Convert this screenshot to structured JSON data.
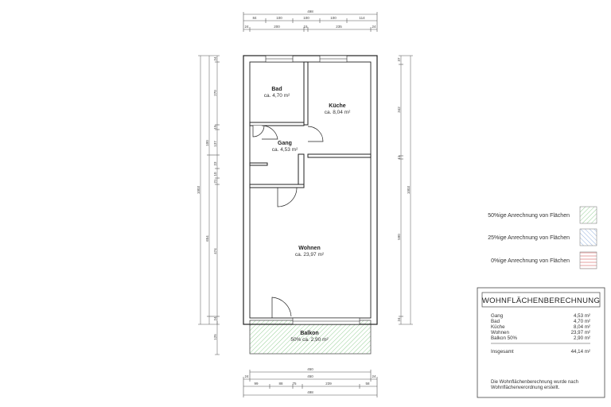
{
  "rooms": {
    "bad": {
      "name": "Bad",
      "area": "ca. 4,70 m²"
    },
    "kueche": {
      "name": "Küche",
      "area": "ca. 8,04 m²"
    },
    "gang": {
      "name": "Gang",
      "area": "ca. 4,53 m²"
    },
    "wohnen": {
      "name": "Wohnen",
      "area": "ca. 23,97 m²"
    },
    "balkon": {
      "name": "Balkon",
      "area": "50% ca. 2,90 m²"
    }
  },
  "dims": {
    "top_total": "498",
    "top_row1": [
      "84",
      "100",
      "100",
      "100",
      "114"
    ],
    "top_row2": [
      "24",
      "200",
      "15",
      "235",
      "24"
    ],
    "left_total": "1003",
    "left_outer": [
      "24",
      "270",
      "15",
      "137",
      "23",
      "10",
      "21",
      "474",
      "24"
    ],
    "left_inner": [
      "100",
      "654"
    ],
    "right_total": "1003",
    "right_chain": [
      "37",
      "342",
      "11",
      "590",
      "24"
    ],
    "bottom_row1": "450",
    "bottom_row2": [
      "24",
      "450",
      "24"
    ],
    "bottom_row3": [
      "99",
      "88",
      "75",
      "239",
      "58"
    ],
    "bottom_total": "498",
    "balkon_depth": "125"
  },
  "legend": [
    {
      "label": "50%ige Anrechnung von Flächen",
      "color": "#7cc47c"
    },
    {
      "label": "25%ige Anrechnung von Flächen",
      "color": "#7aa0d8"
    },
    {
      "label": "0%ige Anrechnung von Flächen",
      "color": "#e08a8a"
    }
  ],
  "panel": {
    "title": "WOHNFLÄCHENBERECHNUNG",
    "rows": [
      {
        "label": "Gang",
        "value": "4,53 m²"
      },
      {
        "label": "Bad",
        "value": "4,70 m²"
      },
      {
        "label": "Küche",
        "value": "8,04 m²"
      },
      {
        "label": "Wohnen",
        "value": "23,97 m²"
      },
      {
        "label": "Balkon 50%",
        "value": "2,90 m²"
      }
    ],
    "total_label": "Insgesamt",
    "total_value": "44,14 m²",
    "note_line1": "Die Wohnflächenberechnung wurde nach",
    "note_line2": "Wohnflächenverordnung erstellt."
  }
}
